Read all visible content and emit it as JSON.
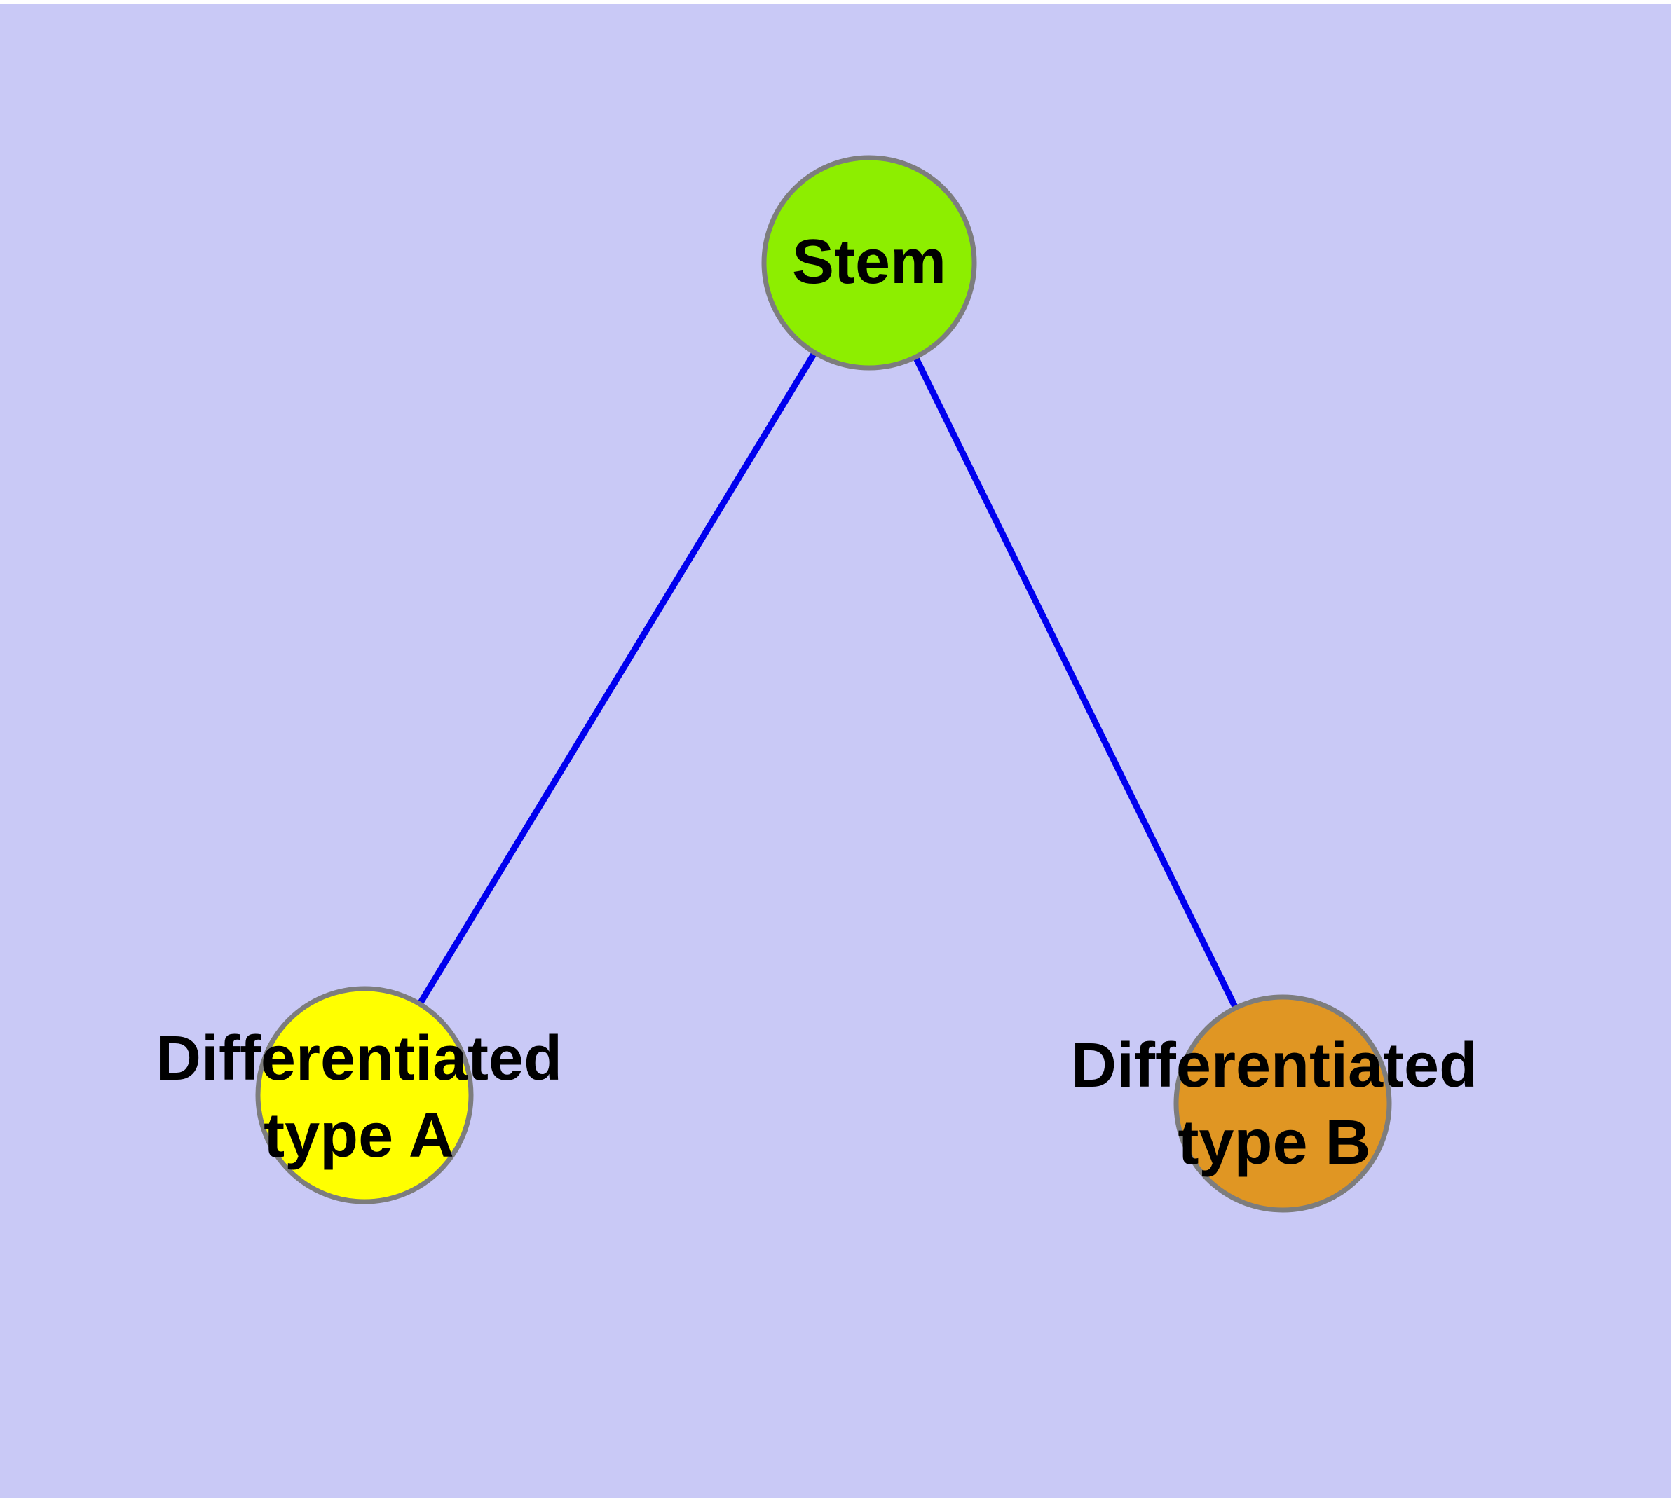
{
  "diagram": {
    "background_color": "#c9c9f6",
    "top_strip_color": "#ffffff",
    "edge_color": "#0000ee",
    "node_border_color": "#7d7d7d",
    "label_color": "#000000",
    "nodes": [
      {
        "id": "stem",
        "label": "Stem",
        "fill": "#8dee00"
      },
      {
        "id": "differentiated-type-a",
        "label": "Differentiated\ntype A",
        "fill": "#ffff00"
      },
      {
        "id": "differentiated-type-b",
        "label": "Differentiated\ntype B",
        "fill": "#e09623"
      }
    ],
    "edges": [
      {
        "from": "stem",
        "to": "differentiated-type-a"
      },
      {
        "from": "stem",
        "to": "differentiated-type-b"
      }
    ]
  }
}
